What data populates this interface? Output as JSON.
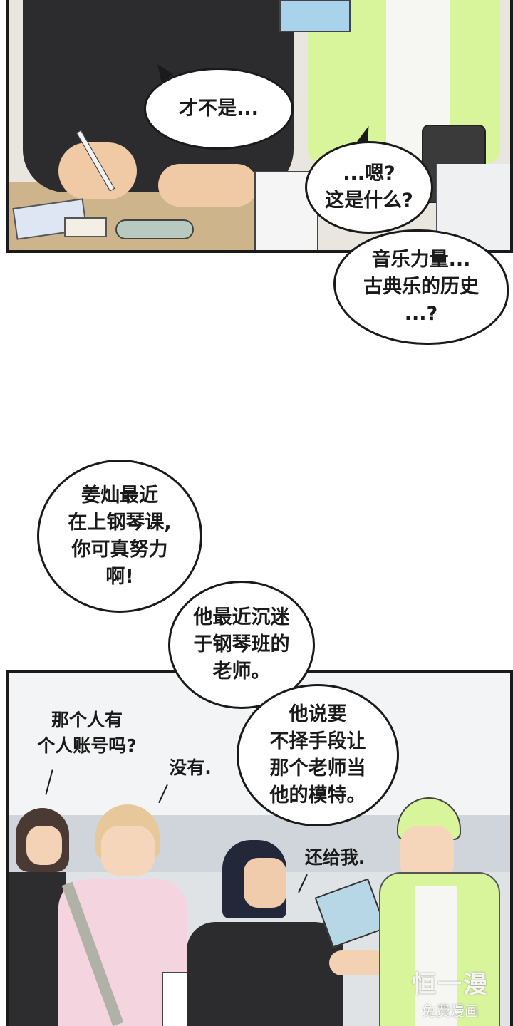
{
  "bubbles": {
    "not_that": "才不是...",
    "what_is_this": "...嗯?\n这是什么?",
    "music_power": "音乐力量...\n古典乐的历史\n...?",
    "piano_effort": "姜灿最近\n在上钢琴课,\n你可真努力\n啊!",
    "obsessed": "他最近沉迷\n于钢琴班的\n老师。",
    "model": "他说要\n不择手段让\n那个老师当\n他的模特。"
  },
  "free_text": {
    "account_question": "那个人有\n个人账号吗?",
    "no": "没有.",
    "give_back": "还给我."
  },
  "watermark": {
    "logo": "恒一漫",
    "label": "免费漫画"
  }
}
